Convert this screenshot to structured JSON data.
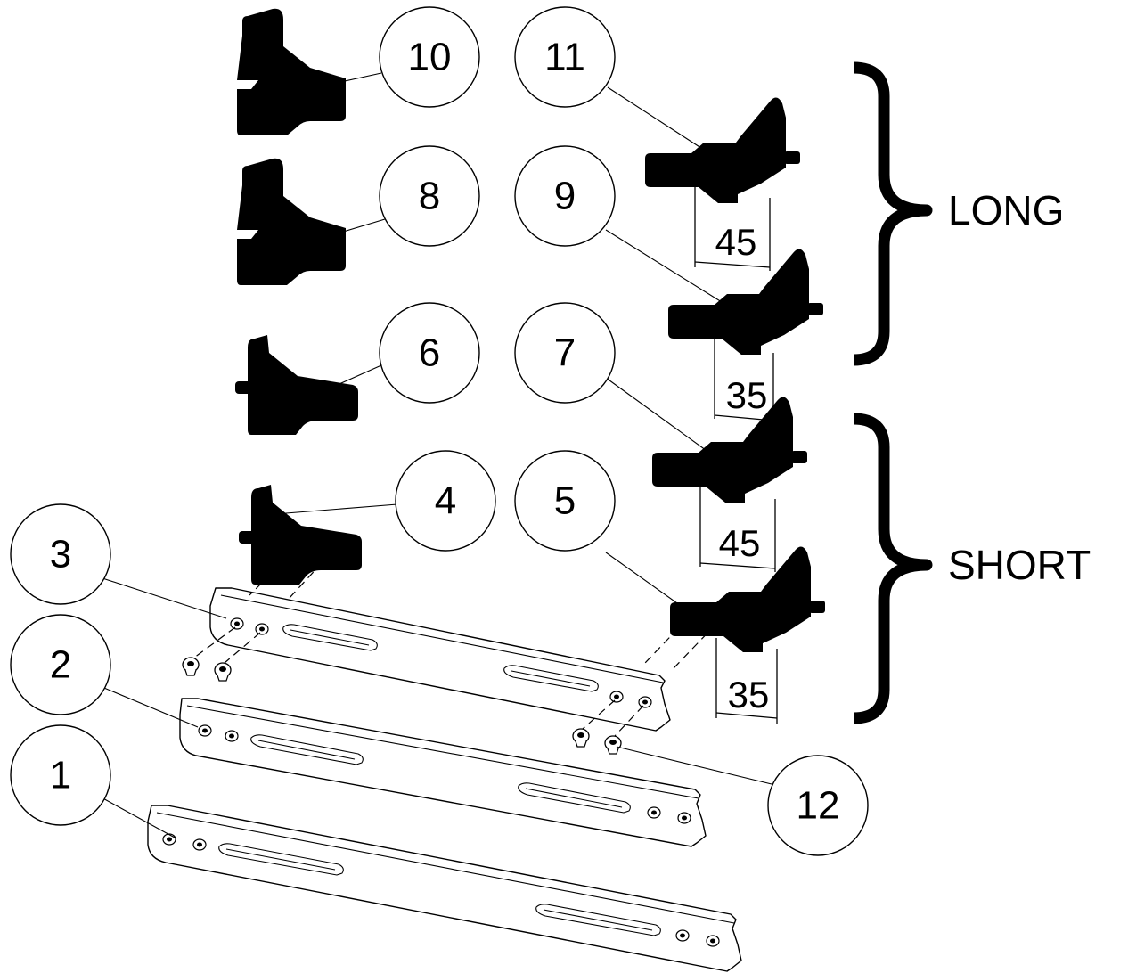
{
  "callouts": {
    "c1": "1",
    "c2": "2",
    "c3": "3",
    "c4": "4",
    "c5": "5",
    "c6": "6",
    "c7": "7",
    "c8": "8",
    "c9": "9",
    "c10": "10",
    "c11": "11",
    "c12": "12"
  },
  "dimensions": {
    "d_long_upper": "45",
    "d_long_lower": "35",
    "d_short_upper": "45",
    "d_short_lower": "35"
  },
  "groups": {
    "long": "LONG",
    "short": "SHORT"
  }
}
